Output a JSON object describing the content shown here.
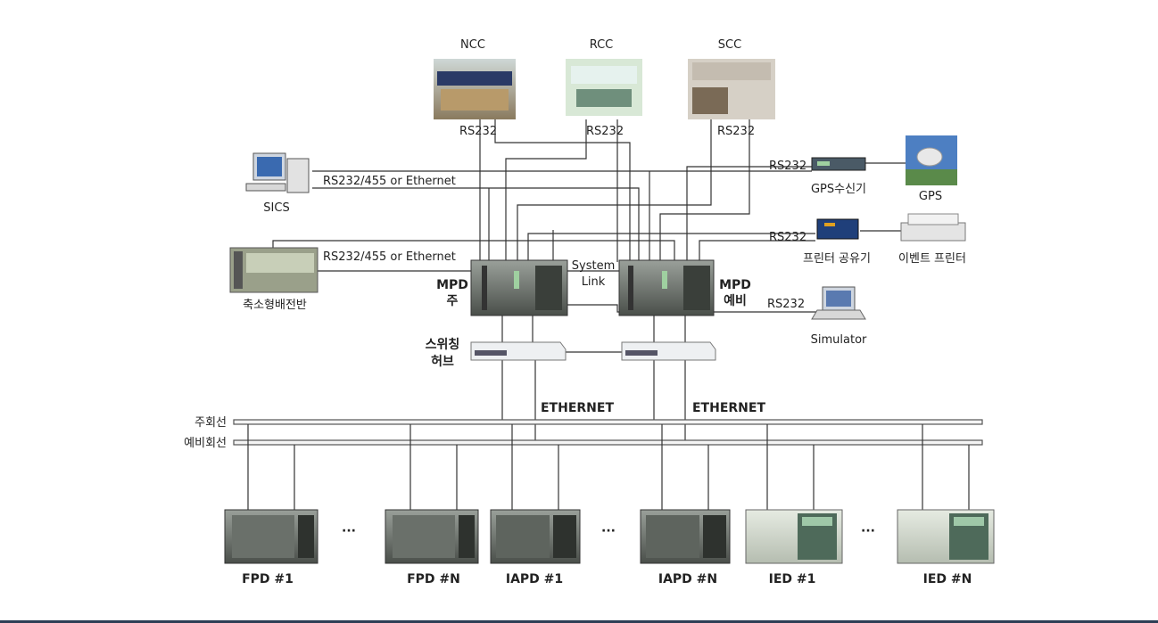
{
  "centers": {
    "ncc": "NCC",
    "rcc": "RCC",
    "scc": "SCC"
  },
  "links": {
    "rs232": "RS232",
    "rs232_455_eth": "RS232/455 or Ethernet",
    "system_link_1": "System",
    "system_link_2": "Link",
    "ethernet": "ETHERNET"
  },
  "devices": {
    "sics": "SICS",
    "gps_receiver": "GPS수신기",
    "gps": "GPS",
    "printer_sharer": "프린터 공유기",
    "event_printer": "이벤트 프린터",
    "switchboard": "축소형배전반",
    "simulator": "Simulator",
    "mpd_main_1": "MPD",
    "mpd_main_2": "주",
    "mpd_backup_1": "MPD",
    "mpd_backup_2": "예비",
    "hub_1": "스위칭",
    "hub_2": "허브"
  },
  "buses": {
    "main": "주회선",
    "backup": "예비회선"
  },
  "field_units": {
    "fpd1": "FPD #1",
    "fpdn": "FPD #N",
    "iapd1": "IAPD #1",
    "iapdn": "IAPD #N",
    "ied1": "IED #1",
    "iedn": "IED #N",
    "ellipsis": "···"
  }
}
